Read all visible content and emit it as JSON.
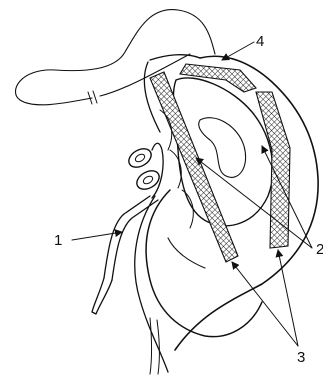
{
  "figure": {
    "labels": {
      "one": "1",
      "two": "2",
      "three": "3",
      "four": "4"
    },
    "colors": {
      "ink": "#111111",
      "paper": "#ffffff"
    }
  }
}
